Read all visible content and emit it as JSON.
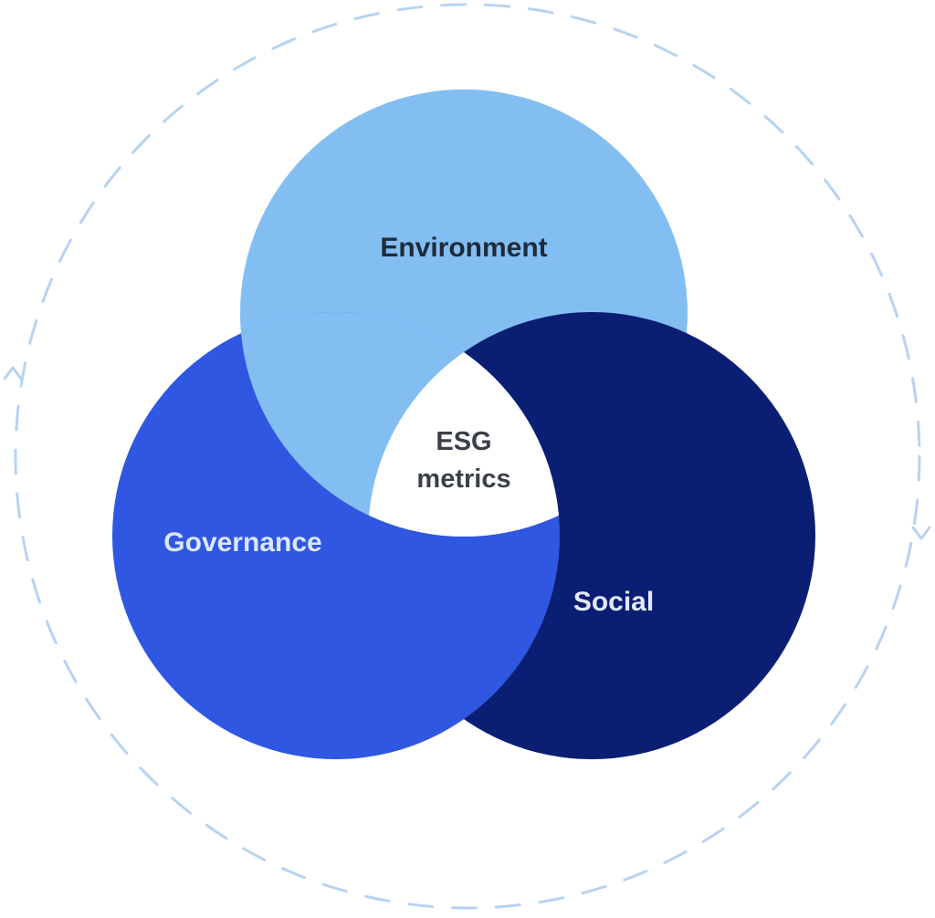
{
  "diagram": {
    "circles": [
      {
        "id": "environment",
        "label": "Environment",
        "fill": "#83BEF3",
        "text_color": "#1F2B3A"
      },
      {
        "id": "governance",
        "label": "Governance",
        "fill": "#2F57E1",
        "text_color": "#DDE6FA"
      },
      {
        "id": "social",
        "label": "Social",
        "fill": "#0A1F73",
        "text_color": "#E2E8FA"
      }
    ],
    "center": {
      "line1": "ESG",
      "line2": "metrics",
      "fill": "#FFFFFF",
      "text_color": "#3A3F4A"
    },
    "ring": {
      "stroke": "#B7D3F2",
      "style": "dashed",
      "arrows": [
        "arrow-up",
        "arrow-down"
      ]
    }
  }
}
